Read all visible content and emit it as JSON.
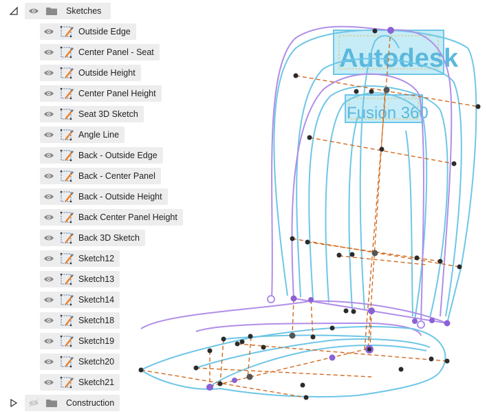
{
  "browser": {
    "root": {
      "label": "Sketches",
      "expanded": true
    },
    "items": [
      {
        "label": "Outside Edge"
      },
      {
        "label": "Center Panel - Seat"
      },
      {
        "label": "Outside Height"
      },
      {
        "label": "Center Panel Height"
      },
      {
        "label": "Seat 3D Sketch"
      },
      {
        "label": "Angle Line"
      },
      {
        "label": "Back - Outside Edge"
      },
      {
        "label": "Back - Center Panel"
      },
      {
        "label": "Back - Outside Height"
      },
      {
        "label": "Back Center Panel Height"
      },
      {
        "label": "Back 3D Sketch"
      },
      {
        "label": "Sketch12"
      },
      {
        "label": "Sketch13"
      },
      {
        "label": "Sketch14"
      },
      {
        "label": "Sketch18"
      },
      {
        "label": "Sketch19"
      },
      {
        "label": "Sketch20"
      },
      {
        "label": "Sketch21"
      }
    ],
    "construction": {
      "label": "Construction",
      "expanded": false,
      "visible": false
    }
  },
  "canvas": {
    "logo_text": "Autodesk",
    "logo_subtext": "Fusion 360"
  },
  "colors": {
    "curve_blue": "#6ec6e6",
    "curve_purple": "#b08ee8",
    "dash_orange": "#d2691e",
    "point": "#2b2b2b",
    "row_bg": "#ededed",
    "icon_grey": "#8a8a8a",
    "sketch_orange": "#e8812a"
  },
  "icons": {
    "expand": "triangle-down-icon",
    "collapse": "triangle-right-icon",
    "eye": "eye-icon",
    "eye_hidden": "eye-slash-icon",
    "folder": "folder-icon",
    "sketch": "sketch-icon"
  }
}
